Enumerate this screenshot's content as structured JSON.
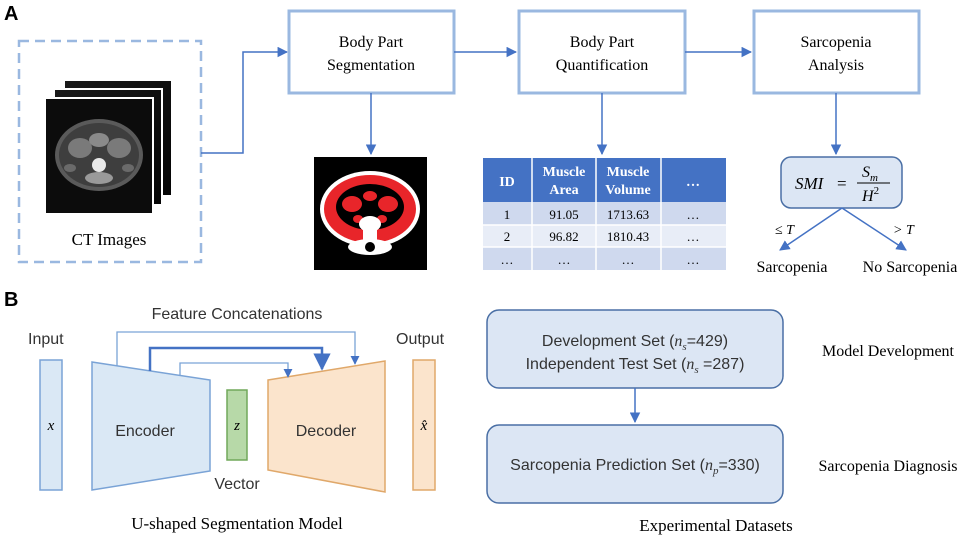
{
  "panel_a": {
    "label": "A",
    "ct_caption": "CT Images",
    "steps": [
      {
        "line1": "Body Part",
        "line2": "Segmentation"
      },
      {
        "line1": "Body Part",
        "line2": "Quantification"
      },
      {
        "line1": "Sarcopenia",
        "line2": "Analysis"
      }
    ],
    "table": {
      "headers": [
        {
          "line1": "ID",
          "line2": ""
        },
        {
          "line1": "Muscle",
          "line2": "Area"
        },
        {
          "line1": "Muscle",
          "line2": "Volume"
        },
        {
          "line1": "…",
          "line2": ""
        }
      ],
      "rows": [
        [
          "1",
          "91.05",
          "1713.63",
          "…"
        ],
        [
          "2",
          "96.82",
          "1810.43",
          "…"
        ],
        [
          "…",
          "…",
          "…",
          "…"
        ]
      ]
    },
    "formula": {
      "lhs": "SMI",
      "eq": "=",
      "num_base": "S",
      "num_sub": "m",
      "den_base": "H",
      "den_sup": "2"
    },
    "branch_left": {
      "label": "≤ T",
      "result": "Sarcopenia"
    },
    "branch_right": {
      "label": "> T",
      "result": "No Sarcopenia"
    }
  },
  "panel_b": {
    "label": "B",
    "input_label": "Input",
    "output_label": "Output",
    "x_symbol": "x",
    "xhat_symbol": "x̂",
    "z_symbol": "z",
    "feature_label": "Feature Concatenations",
    "encoder_label": "Encoder",
    "decoder_label": "Decoder",
    "vector_label": "Vector",
    "model_caption": "U-shaped Segmentation Model",
    "dev_box": {
      "line1_pre": "Development Set (",
      "line1_n": "n",
      "line1_sub": "s",
      "line1_post": "=429)",
      "line2_pre": "Independent Test Set (",
      "line2_n": "n",
      "line2_sub": "s",
      "line2_post": " =287)"
    },
    "pred_box": {
      "pre": "Sarcopenia Prediction Set (",
      "n": "n",
      "sub": "p",
      "post": "=330)"
    },
    "model_development_label": "Model Development",
    "sarcopenia_diagnosis_label": "Sarcopenia Diagnosis",
    "datasets_caption": "Experimental Datasets"
  },
  "colors": {
    "box_stroke": "#9ab8e0",
    "arrow": "#4472c4",
    "table_header": "#4472c4",
    "table_row_a": "#cfd9ee",
    "table_row_b": "#e8edf7",
    "encoder_fill": "#dae8f5",
    "decoder_fill": "#fbe4cc",
    "decoder_stroke": "#e0a86a",
    "vector_fill": "#b7d9a8",
    "vector_stroke": "#70a85a",
    "rounded_fill": "#dce6f4",
    "rounded_stroke": "#4a6fa5"
  }
}
